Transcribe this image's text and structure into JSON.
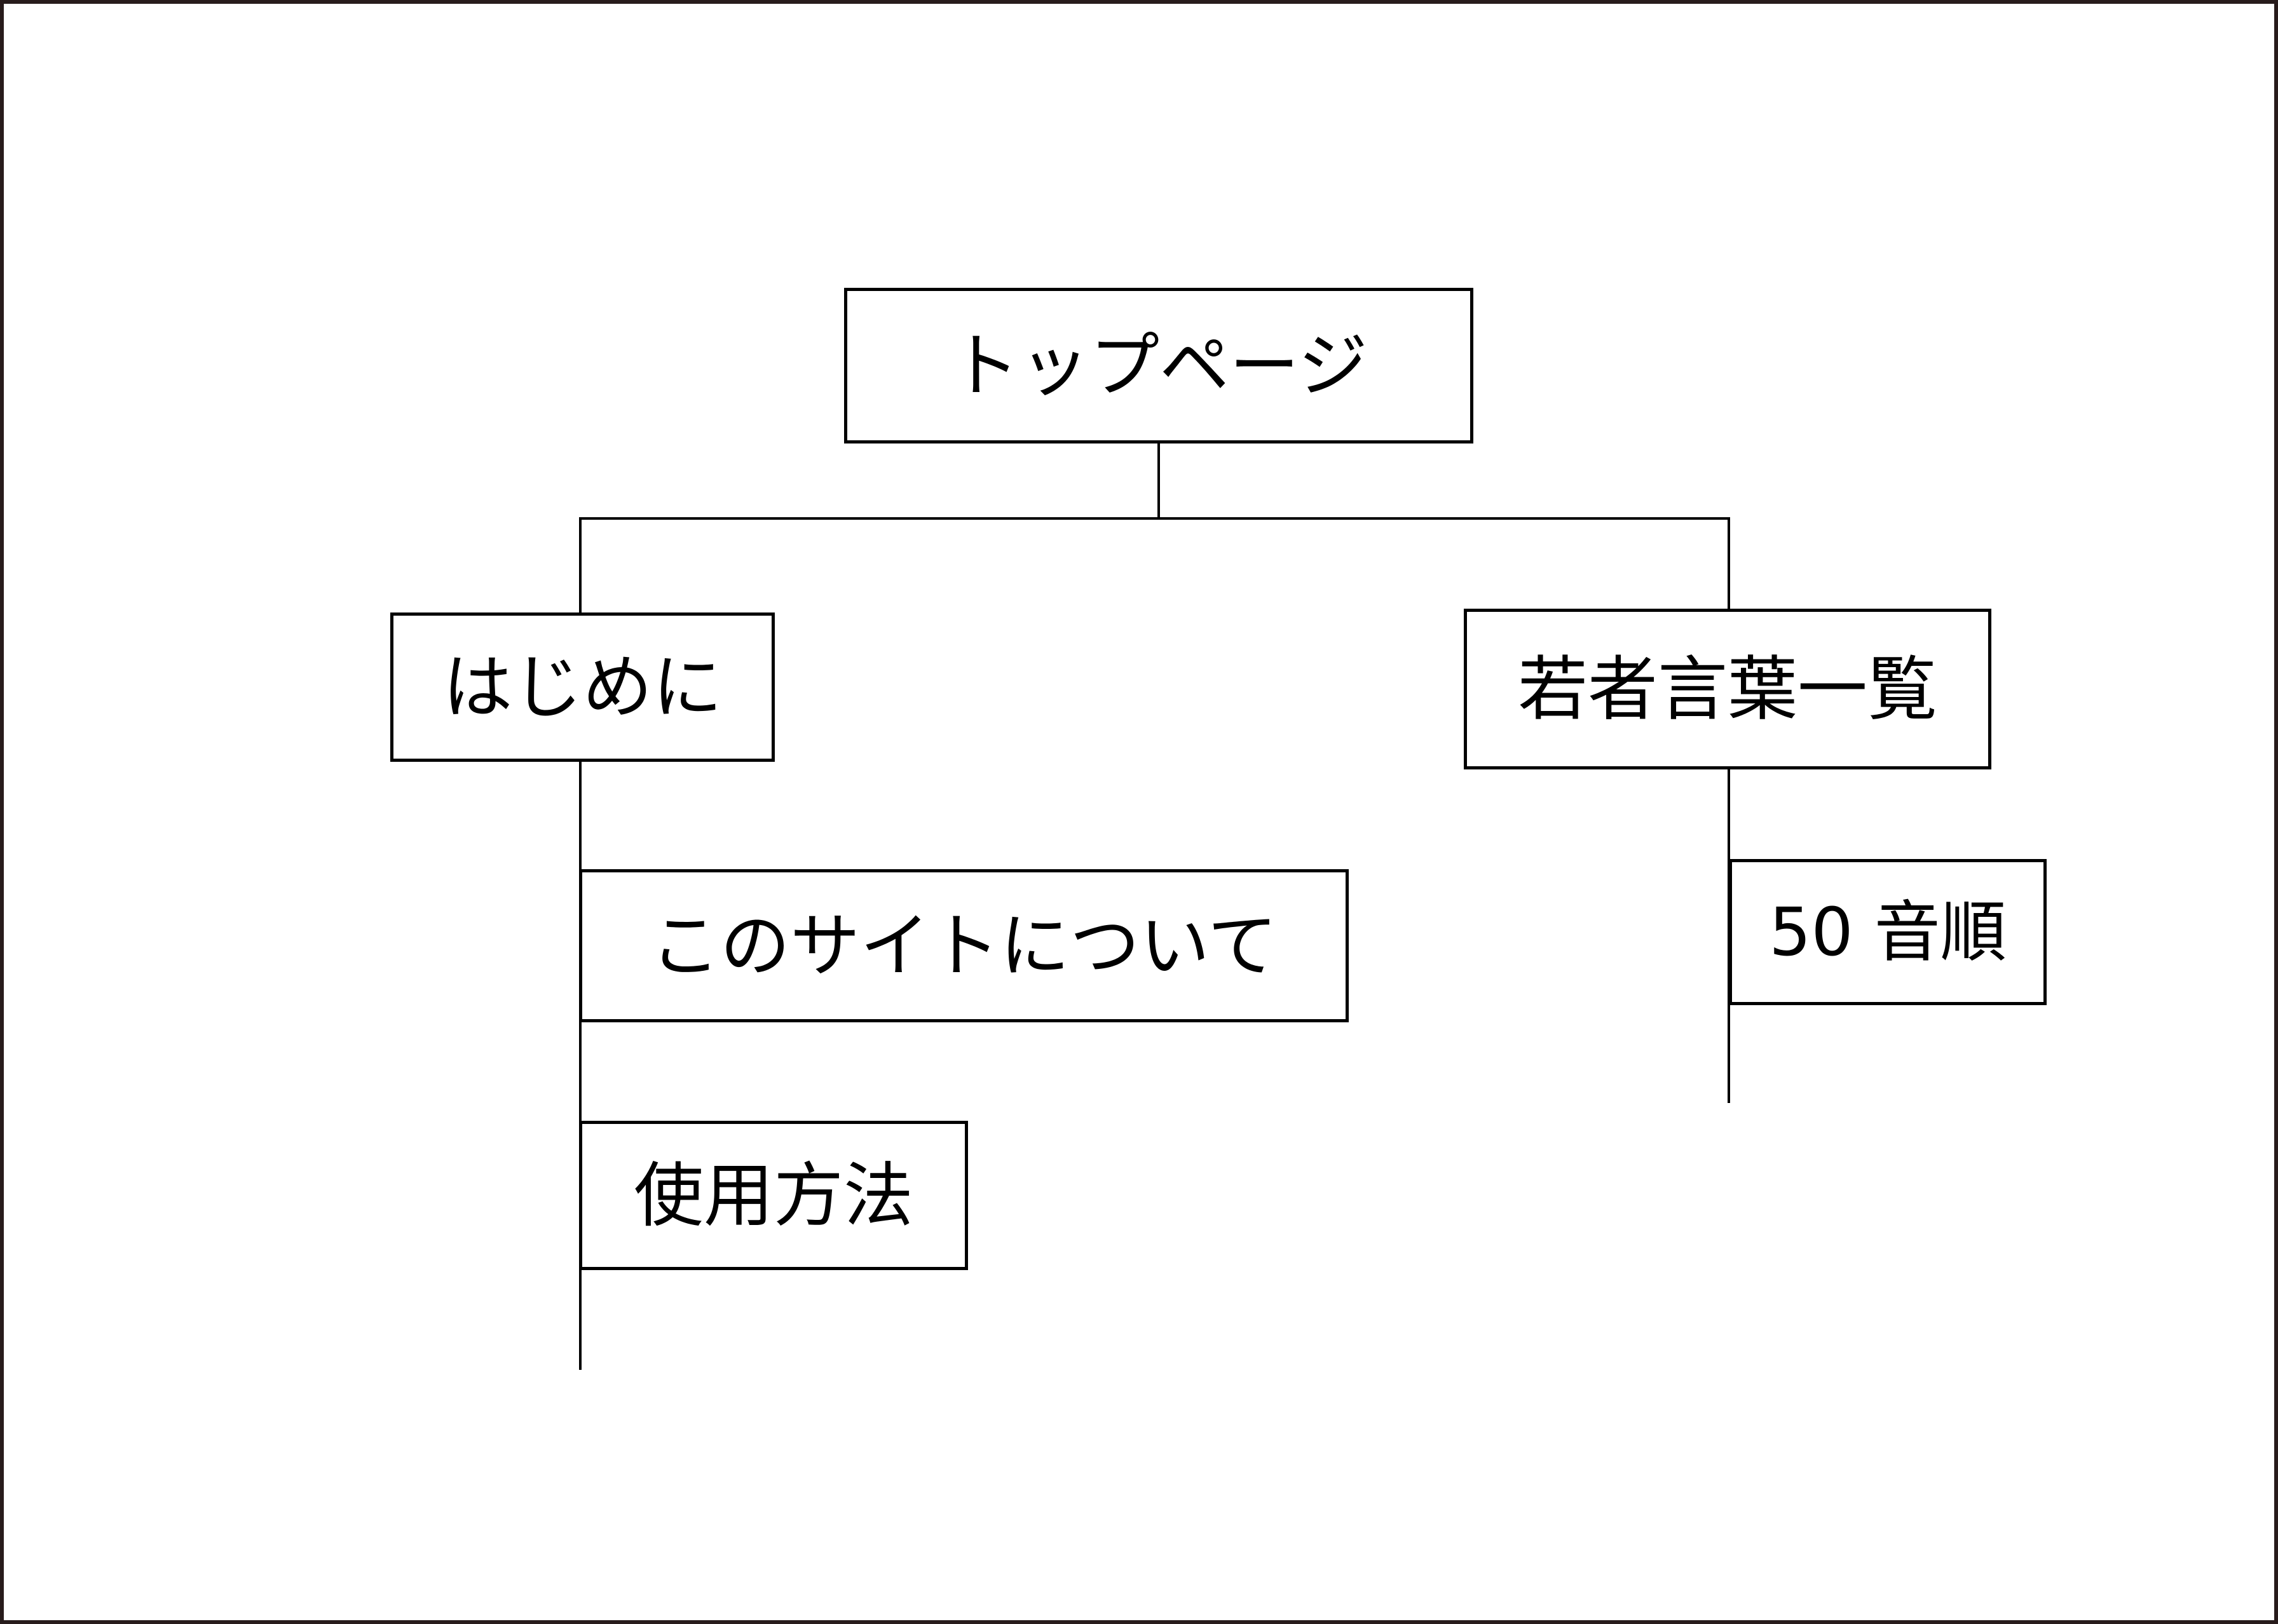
{
  "window": {
    "background": "#ffffff",
    "frame_color": "#281c1c"
  },
  "diagram": {
    "type": "sitemap-tree",
    "colors": {
      "node_fill": "#ffffff",
      "node_border": "#000000",
      "connector": "#000000",
      "text": "#000000"
    },
    "nodes": [
      {
        "id": "top-page",
        "label": "トップページ",
        "level": 1
      },
      {
        "id": "hajimeni",
        "label": "はじめに",
        "level": 2
      },
      {
        "id": "wakamono",
        "label": "若者言葉一覧",
        "level": 2
      },
      {
        "id": "kono-site",
        "label": "このサイトについて",
        "level": 3
      },
      {
        "id": "shiyou-houhou",
        "label": "使用方法",
        "level": 3
      },
      {
        "id": "gojuon-jun",
        "label": "50 音順",
        "level": 3
      }
    ],
    "edges": [
      {
        "from": "top-page",
        "to": "hajimeni"
      },
      {
        "from": "top-page",
        "to": "wakamono"
      },
      {
        "from": "hajimeni",
        "to": "kono-site"
      },
      {
        "from": "hajimeni",
        "to": "shiyou-houhou"
      },
      {
        "from": "wakamono",
        "to": "gojuon-jun"
      }
    ]
  }
}
